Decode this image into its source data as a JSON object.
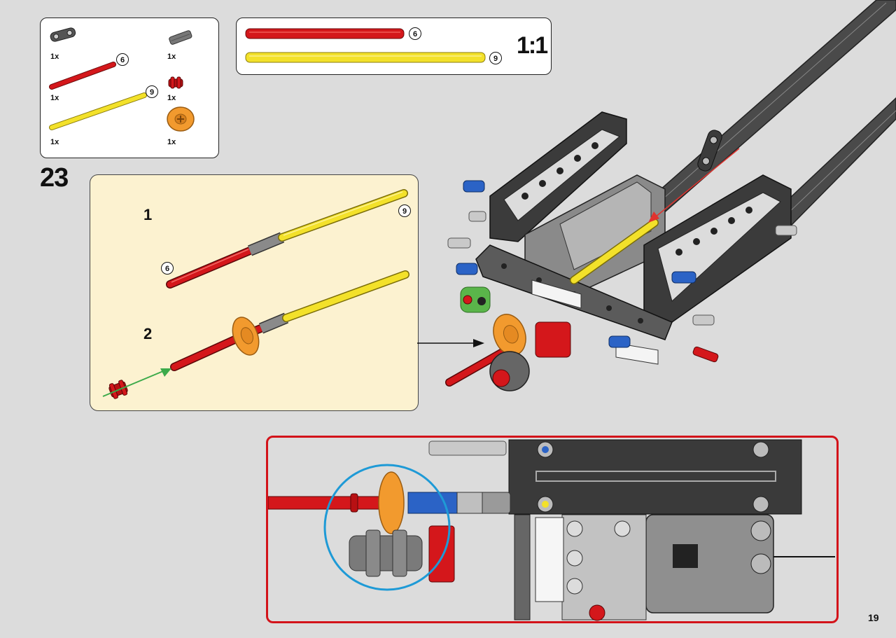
{
  "parts_list": {
    "items": [
      {
        "name": "connector-icon",
        "qty": "1x"
      },
      {
        "name": "gray-axle-icon",
        "qty": "1x"
      },
      {
        "name": "red-axle-icon",
        "qty": "1x",
        "length": "6"
      },
      {
        "name": "red-bush-icon",
        "qty": "1x"
      },
      {
        "name": "yellow-axle-icon",
        "qty": "1x",
        "length": "9"
      },
      {
        "name": "orange-gear-icon",
        "qty": "1x"
      }
    ]
  },
  "scale_box": {
    "red_length": "6",
    "yellow_length": "9",
    "label": "1:1"
  },
  "step": {
    "number": "23",
    "substep1": "1",
    "substep2": "2",
    "callout_yellow_length": "9",
    "callout_red_length": "6"
  },
  "page_number": "19",
  "colors": {
    "red": "#d4171b",
    "yellow": "#f3e12a",
    "orange": "#f29a2e",
    "callout_bg": "#fcf2d0",
    "detail_border": "#d3131a",
    "highlight_circle": "#1e9ad6",
    "arrow_green": "#3caa4a",
    "arrow_red": "#e0332e"
  }
}
